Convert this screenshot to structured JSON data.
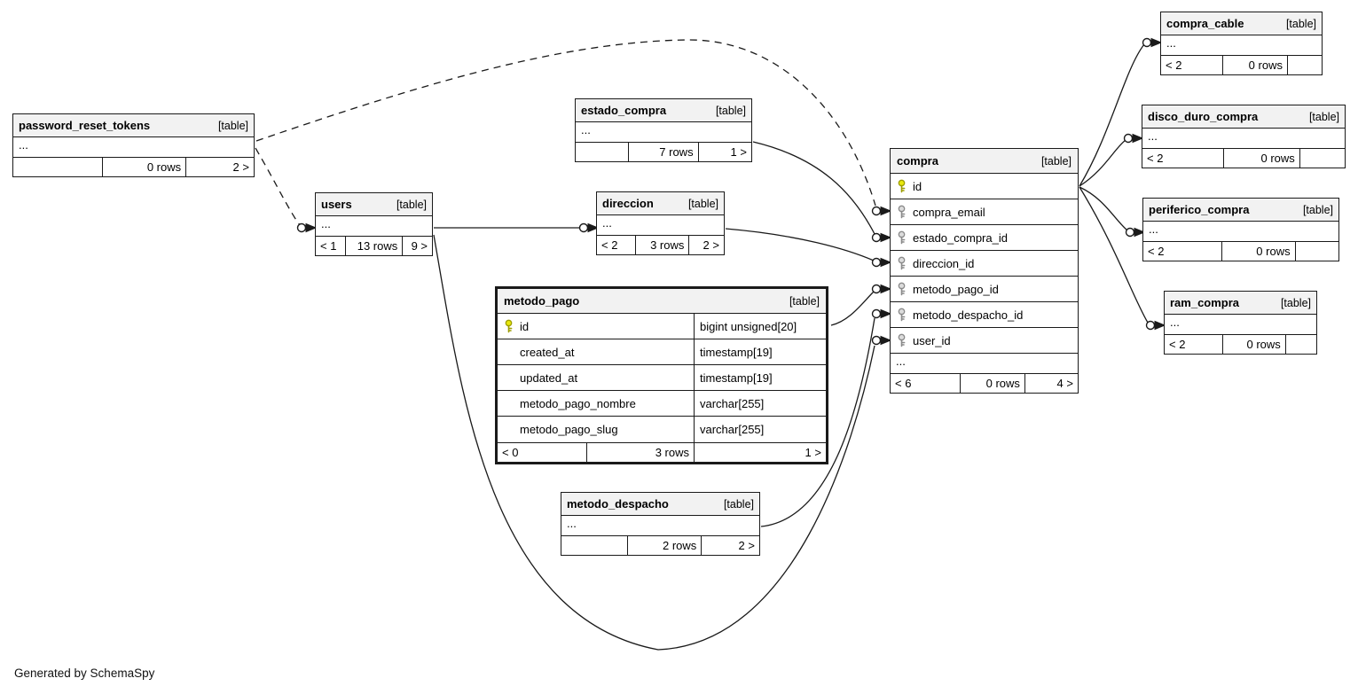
{
  "generator_note": "Generated by SchemaSpy",
  "colors": {
    "primary_key_fill": "#e8e80c",
    "primary_key_stroke": "#9d9d00",
    "foreign_key_fill": "#dcdcdc",
    "foreign_key_stroke": "#8a8a8a",
    "header_bg": "#f2f2f2",
    "border": "#1a1a1a"
  },
  "tables": {
    "password_reset_tokens": {
      "name": "password_reset_tokens",
      "tag": "[table]",
      "ellipsis": "...",
      "footer": {
        "left": "",
        "center": "0 rows",
        "right": "2 >"
      }
    },
    "users": {
      "name": "users",
      "tag": "[table]",
      "ellipsis": "...",
      "footer": {
        "left": "< 1",
        "center": "13 rows",
        "right": "9 >"
      }
    },
    "estado_compra": {
      "name": "estado_compra",
      "tag": "[table]",
      "ellipsis": "...",
      "footer": {
        "left": "",
        "center": "7 rows",
        "right": "1 >"
      }
    },
    "direccion": {
      "name": "direccion",
      "tag": "[table]",
      "ellipsis": "...",
      "footer": {
        "left": "< 2",
        "center": "3 rows",
        "right": "2 >"
      }
    },
    "metodo_pago": {
      "name": "metodo_pago",
      "tag": "[table]",
      "columns": [
        {
          "name": "id",
          "type": "bigint unsigned[20]",
          "key": "primary"
        },
        {
          "name": "created_at",
          "type": "timestamp[19]",
          "key": ""
        },
        {
          "name": "updated_at",
          "type": "timestamp[19]",
          "key": ""
        },
        {
          "name": "metodo_pago_nombre",
          "type": "varchar[255]",
          "key": ""
        },
        {
          "name": "metodo_pago_slug",
          "type": "varchar[255]",
          "key": ""
        }
      ],
      "footer": {
        "left": "< 0",
        "center": "3 rows",
        "right": "1 >"
      }
    },
    "metodo_despacho": {
      "name": "metodo_despacho",
      "tag": "[table]",
      "ellipsis": "...",
      "footer": {
        "left": "",
        "center": "2 rows",
        "right": "2 >"
      }
    },
    "compra": {
      "name": "compra",
      "tag": "[table]",
      "ellipsis": "...",
      "columns": [
        {
          "name": "id",
          "key": "primary"
        },
        {
          "name": "compra_email",
          "key": "foreign"
        },
        {
          "name": "estado_compra_id",
          "key": "foreign"
        },
        {
          "name": "direccion_id",
          "key": "foreign"
        },
        {
          "name": "metodo_pago_id",
          "key": "foreign"
        },
        {
          "name": "metodo_despacho_id",
          "key": "foreign"
        },
        {
          "name": "user_id",
          "key": "foreign"
        }
      ],
      "footer": {
        "left": "< 6",
        "center": "0 rows",
        "right": "4 >"
      }
    },
    "compra_cable": {
      "name": "compra_cable",
      "tag": "[table]",
      "ellipsis": "...",
      "footer": {
        "left": "< 2",
        "center": "0 rows",
        "right": ""
      }
    },
    "disco_duro_compra": {
      "name": "disco_duro_compra",
      "tag": "[table]",
      "ellipsis": "...",
      "footer": {
        "left": "< 2",
        "center": "0 rows",
        "right": ""
      }
    },
    "periferico_compra": {
      "name": "periferico_compra",
      "tag": "[table]",
      "ellipsis": "...",
      "footer": {
        "left": "< 2",
        "center": "0 rows",
        "right": ""
      }
    },
    "ram_compra": {
      "name": "ram_compra",
      "tag": "[table]",
      "ellipsis": "...",
      "footer": {
        "left": "< 2",
        "center": "0 rows",
        "right": ""
      }
    }
  },
  "relationships": [
    {
      "from": "users",
      "to": "direccion",
      "style": "solid"
    },
    {
      "from": "estado_compra",
      "to": "compra.estado_compra_id",
      "style": "solid"
    },
    {
      "from": "direccion",
      "to": "compra.direccion_id",
      "style": "solid"
    },
    {
      "from": "metodo_pago.id",
      "to": "compra.metodo_pago_id",
      "style": "solid"
    },
    {
      "from": "metodo_despacho",
      "to": "compra.metodo_despacho_id",
      "style": "solid"
    },
    {
      "from": "users",
      "to": "compra.user_id",
      "style": "solid"
    },
    {
      "from": "password_reset_tokens",
      "to": "users",
      "style": "dashed"
    },
    {
      "from": "password_reset_tokens",
      "to": "compra.compra_email",
      "style": "dashed"
    },
    {
      "from": "compra.id",
      "to": "compra_cable",
      "style": "solid"
    },
    {
      "from": "compra.id",
      "to": "disco_duro_compra",
      "style": "solid"
    },
    {
      "from": "compra.id",
      "to": "periferico_compra",
      "style": "solid"
    },
    {
      "from": "compra.id",
      "to": "ram_compra",
      "style": "solid"
    }
  ]
}
